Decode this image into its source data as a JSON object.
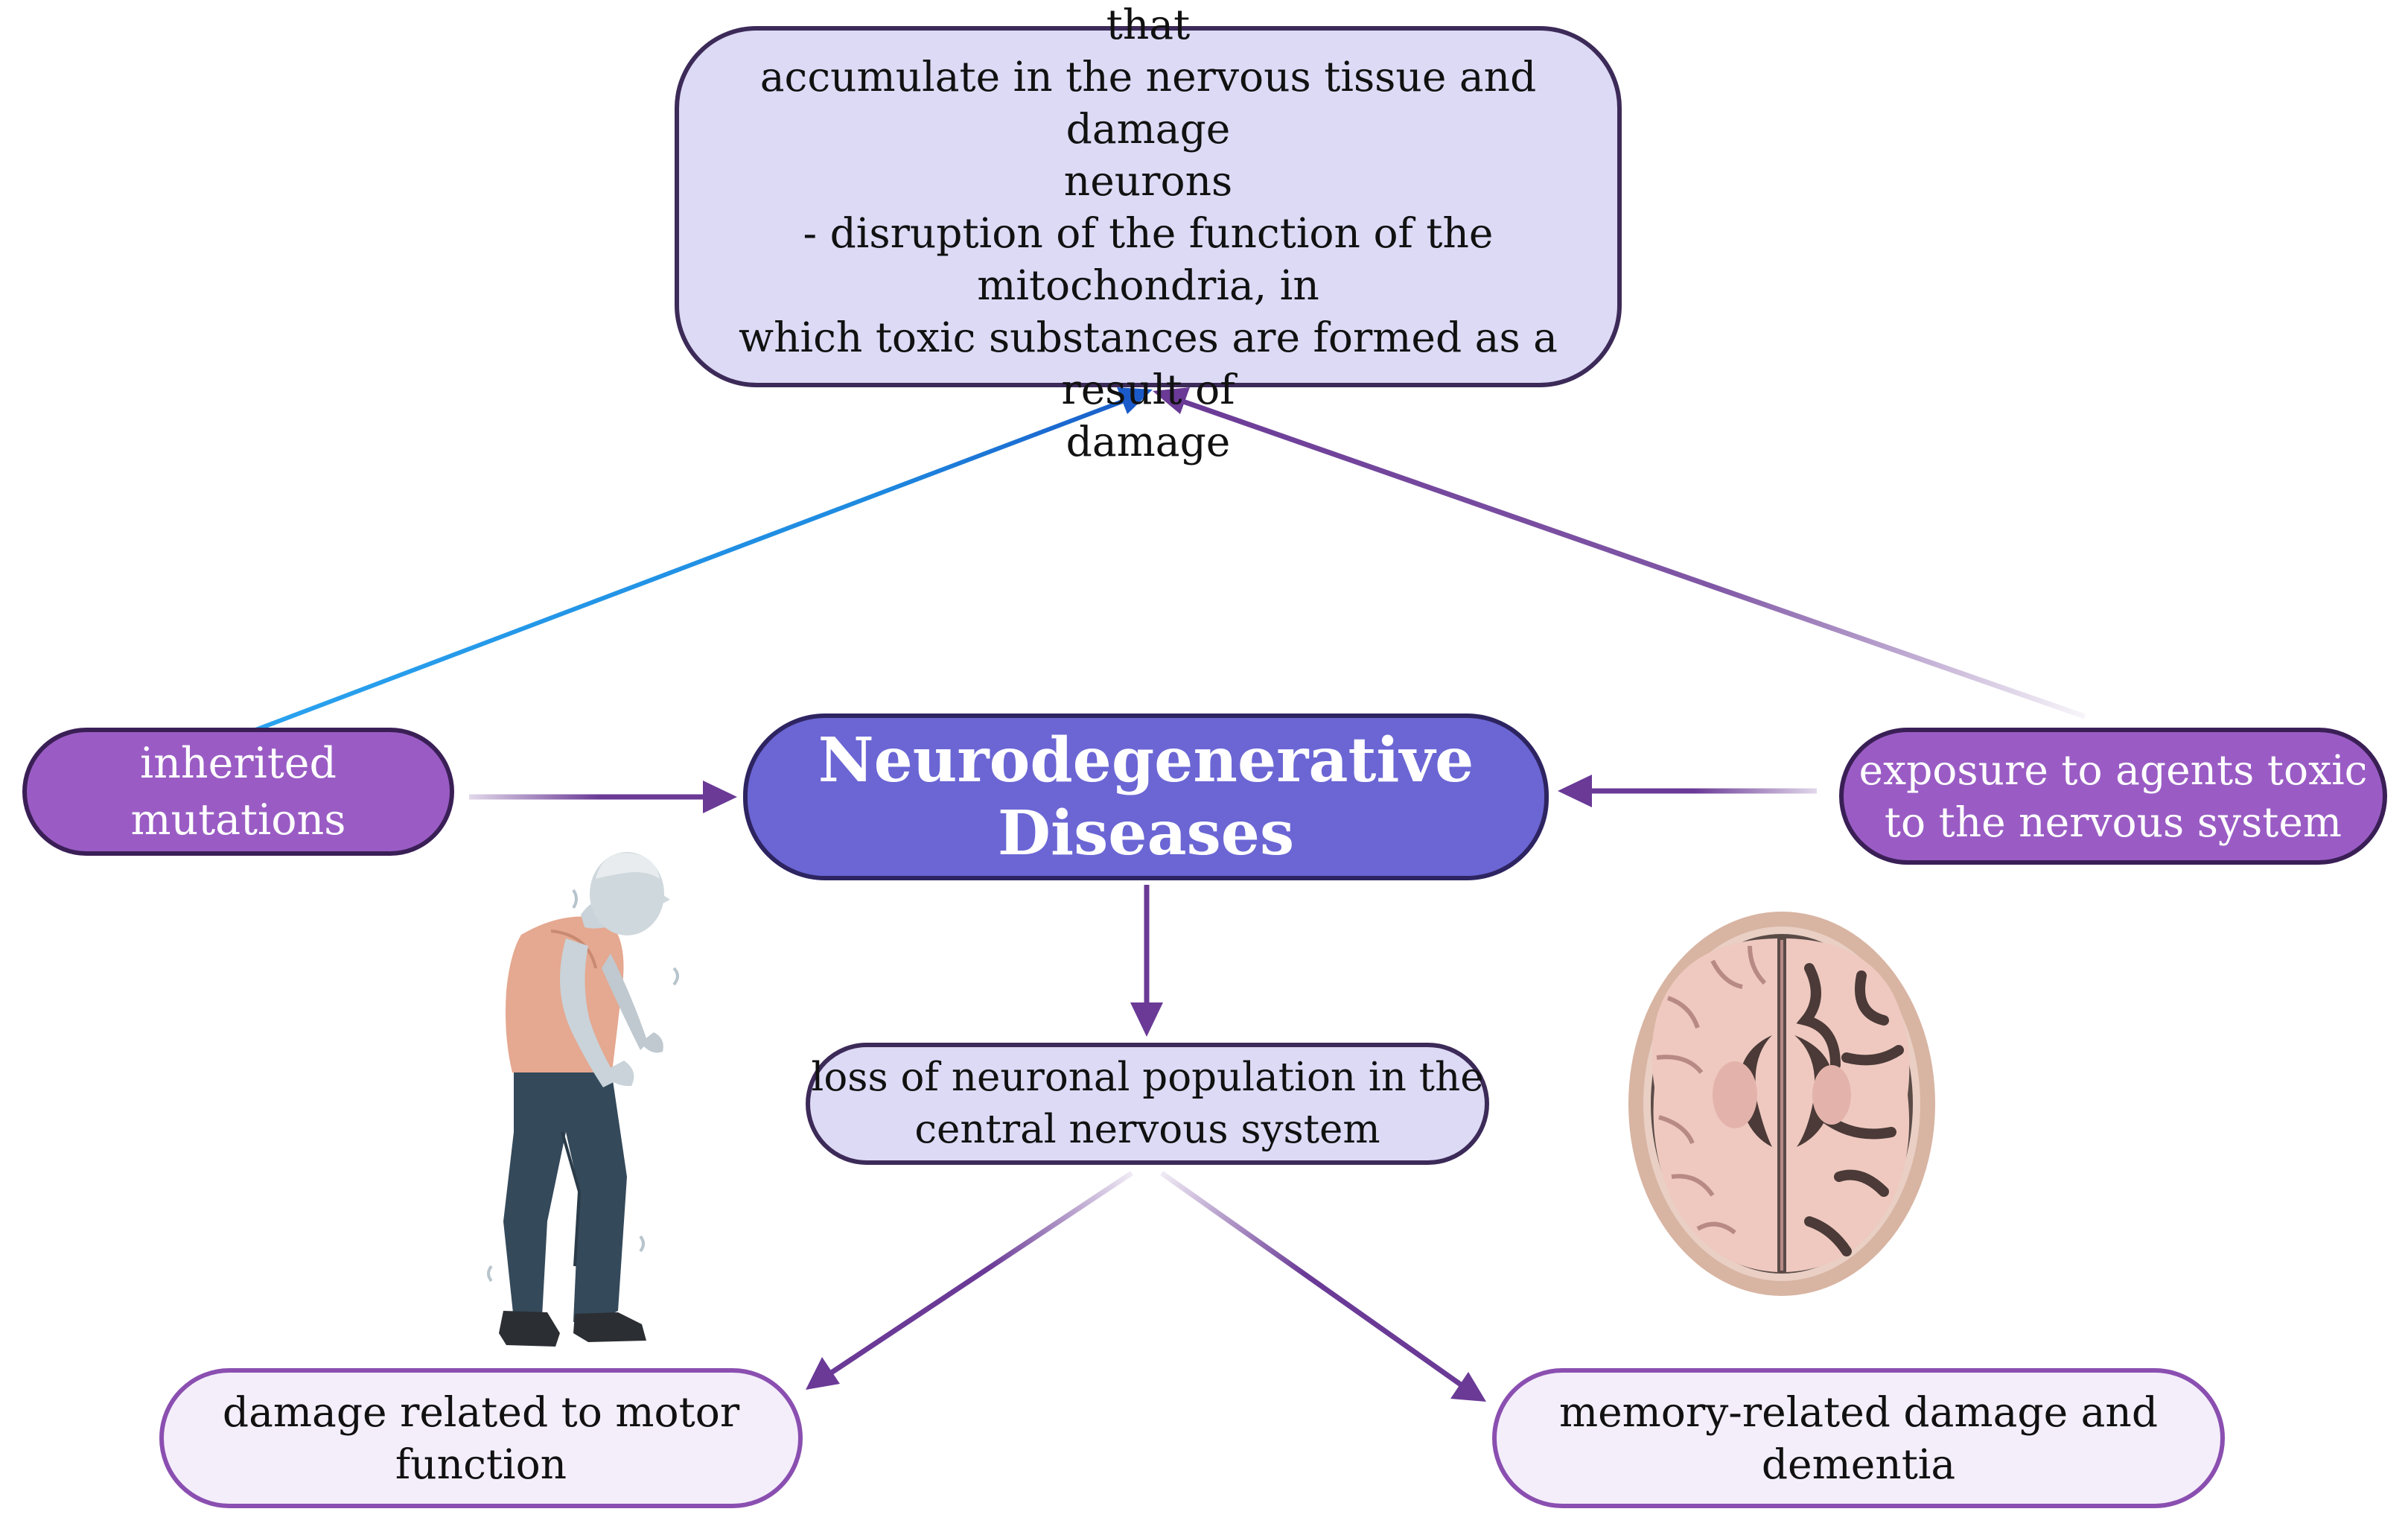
{
  "diagram": {
    "top_box": {
      "text": "- the formation of pathological proteins that\naccumulate in the nervous tissue and damage\nneurons\n- disruption of the function of the mitochondria, in\nwhich toxic substances are formed as a result of\ndamage"
    },
    "center_box": {
      "text": "Neurodegenerative\nDiseases"
    },
    "left_box": {
      "text": "inherited\nmutations"
    },
    "right_box": {
      "text": "exposure to agents toxic\nto the nervous system"
    },
    "mid_box": {
      "text": "loss of neuronal population in the\ncentral nervous system"
    },
    "bottom_left_box": {
      "text": "damage related to motor\nfunction"
    },
    "bottom_right_box": {
      "text": "memory-related damage and\ndementia"
    }
  },
  "colors": {
    "arrow_purple": "#6a3a96",
    "arrow_blue": "#1f8fe0",
    "dark_box_fill": "#6b66d4",
    "purple_box_fill": "#9a5cc4",
    "light_box_fill": "#dcdaf5",
    "pale_box_fill": "#f4eefb"
  },
  "icons": [
    "elderly-person-illustration",
    "brain-cross-section-illustration"
  ]
}
